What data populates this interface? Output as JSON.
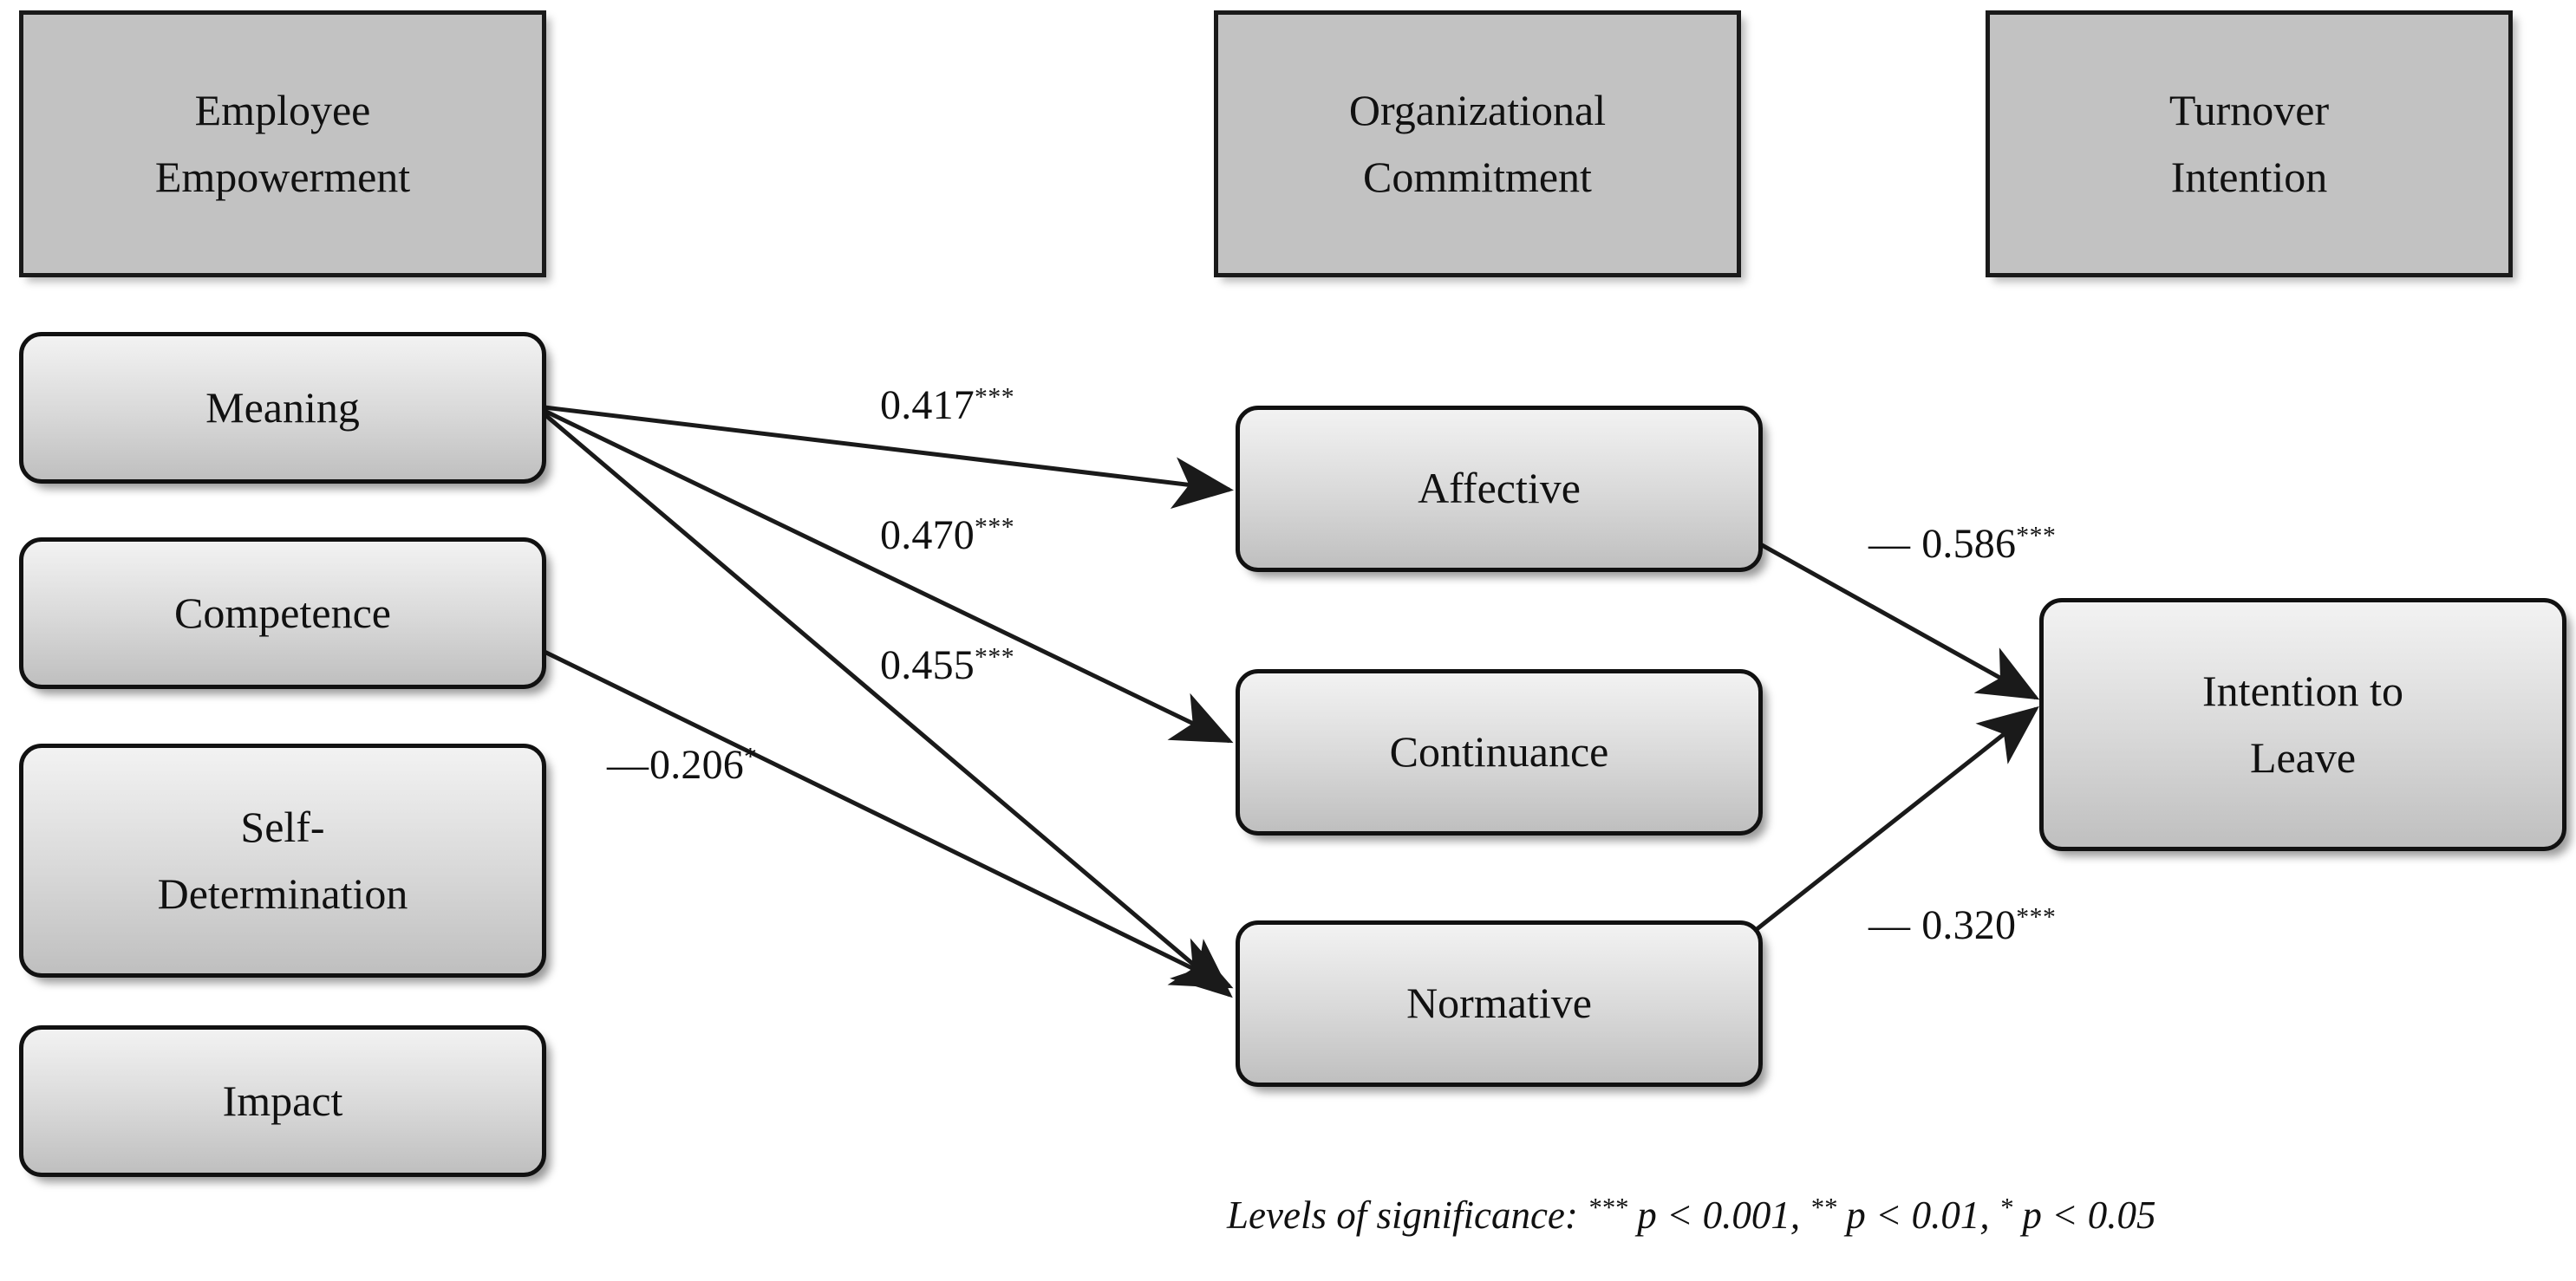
{
  "diagram": {
    "title": "Employee Empowerment - Organizational Commitment - Turnover Intention path model",
    "colors": {
      "header_fill": "#c2c2c2",
      "box_border": "#111111",
      "box_gradient_top": "#f2f2f2",
      "box_gradient_bottom": "#bfbfbf",
      "edge_stroke": "#1a1a1a",
      "text": "#111111",
      "background": "#ffffff"
    }
  },
  "columns": {
    "left": {
      "header": {
        "line1": "Employee",
        "line2": "Empowerment"
      },
      "items": [
        {
          "label": "Meaning",
          "line2": ""
        },
        {
          "label": "Competence",
          "line2": ""
        },
        {
          "label": "Self-",
          "line2": "Determination"
        },
        {
          "label": "Impact",
          "line2": ""
        }
      ]
    },
    "middle": {
      "header": {
        "line1": "Organizational",
        "line2": "Commitment"
      },
      "items": [
        {
          "label": "Affective",
          "line2": ""
        },
        {
          "label": "Continuance",
          "line2": ""
        },
        {
          "label": "Normative",
          "line2": ""
        }
      ]
    },
    "right": {
      "header": {
        "line1": "Turnover",
        "line2": "Intention"
      },
      "items": [
        {
          "label": "Intention to",
          "line2": "Leave"
        }
      ]
    }
  },
  "paths": [
    {
      "from": "Meaning",
      "to": "Affective",
      "coefficient": "0.417",
      "stars": "***",
      "sign": "",
      "label": "0.417***"
    },
    {
      "from": "Meaning",
      "to": "Continuance",
      "coefficient": "0.470",
      "stars": "***",
      "sign": "",
      "label": "0.470***"
    },
    {
      "from": "Meaning",
      "to": "Normative",
      "coefficient": "0.455",
      "stars": "***",
      "sign": "",
      "label": "0.455***"
    },
    {
      "from": "Competence",
      "to": "Normative",
      "coefficient": "0.206",
      "stars": "*",
      "sign": "−",
      "label": "−0.206*"
    },
    {
      "from": "Affective",
      "to": "Intention to Leave",
      "coefficient": "0.586",
      "stars": "***",
      "sign": "−",
      "label": "− 0.586***"
    },
    {
      "from": "Normative",
      "to": "Intention to Leave",
      "coefficient": "0.320",
      "stars": "***",
      "sign": "−",
      "label": "− 0.320***"
    }
  ],
  "edge_labels": {
    "meaning_affective": {
      "sign": "",
      "value": "0.417",
      "stars": "***"
    },
    "meaning_continuance": {
      "sign": "",
      "value": "0.470",
      "stars": "***"
    },
    "meaning_normative": {
      "sign": "",
      "value": "0.455",
      "stars": "***"
    },
    "competence_normative": {
      "sign": "—",
      "value": "0.206",
      "stars": "*"
    },
    "affective_leave": {
      "sign": "—",
      "value": " 0.586",
      "stars": "***"
    },
    "normative_leave": {
      "sign": "—",
      "value": " 0.320",
      "stars": "***"
    }
  },
  "footnote": {
    "prefix": "Levels of significance: ",
    "s3": "***",
    "t3": " p < 0.001, ",
    "s2": "**",
    "t2": " p < 0.01, ",
    "s1": "*",
    "t1": " p < 0.05",
    "full": "Levels of significance: *** p < 0.001, ** p < 0.01, * p < 0.05"
  }
}
